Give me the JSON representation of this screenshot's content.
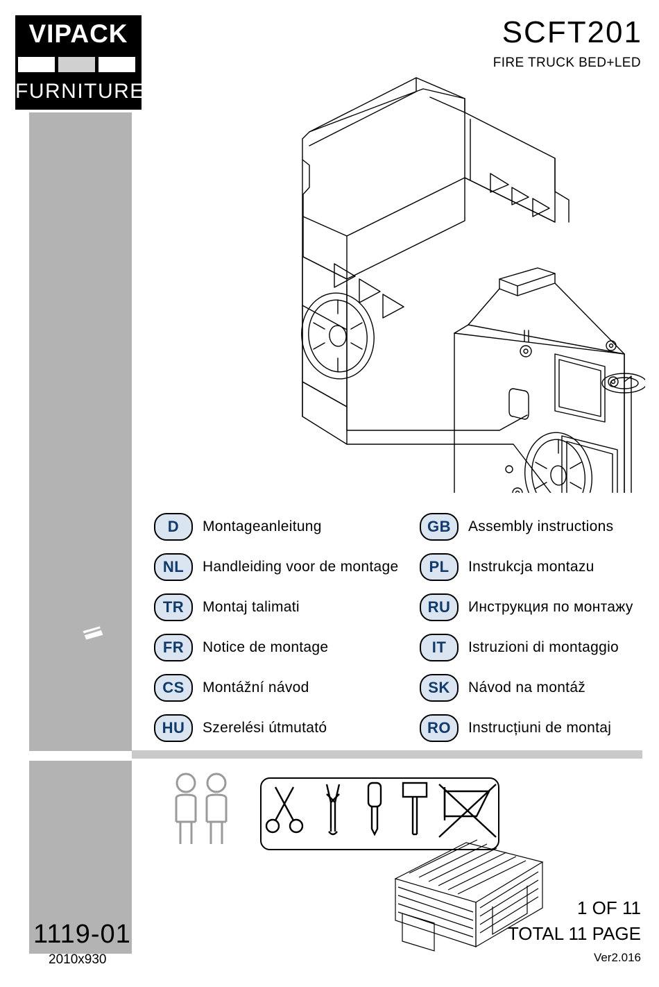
{
  "brand": {
    "name": "VIPACK",
    "subtitle": "FURNITURE"
  },
  "header": {
    "model_code": "SCFT201",
    "product_name": "FIRE TRUCK BED+LED"
  },
  "languages": {
    "left": [
      {
        "code": "D",
        "label": "Montageanleitung"
      },
      {
        "code": "NL",
        "label": "Handleiding voor de montage"
      },
      {
        "code": "TR",
        "label": "Montaj talimati"
      },
      {
        "code": "FR",
        "label": "Notice de montage"
      },
      {
        "code": "CS",
        "label": "Montážní návod"
      },
      {
        "code": "HU",
        "label": "Szerelési útmutató"
      }
    ],
    "right": [
      {
        "code": "GB",
        "label": "Assembly instructions"
      },
      {
        "code": "PL",
        "label": "Instrukcja montazu"
      },
      {
        "code": "RU",
        "label": "Инструкция по монтажу"
      },
      {
        "code": "IT",
        "label": "Istruzioni di montaggio"
      },
      {
        "code": "SK",
        "label": "Návod na montáž"
      },
      {
        "code": "RO",
        "label": "Instrucțiuni de montaj"
      }
    ]
  },
  "footer": {
    "sku": "1119-01",
    "dimensions": "2010x930",
    "page_of": "1 OF 11",
    "total_pages": "TOTAL 11 PAGE",
    "version": "Ver2.016"
  },
  "icons": {
    "manual": "read-manual-icon",
    "people": "two-persons-icon",
    "tools": [
      "scissors-icon",
      "pliers-icon",
      "screwdriver-icon",
      "mallet-icon",
      "no-knife-icon"
    ],
    "carton": "carton-packaging-icon"
  },
  "colors": {
    "badge_fill": "#dbe5f1",
    "badge_text": "#103a6b",
    "grey_bar": "#b3b3b3",
    "grey_rule": "#c9c9c9"
  }
}
